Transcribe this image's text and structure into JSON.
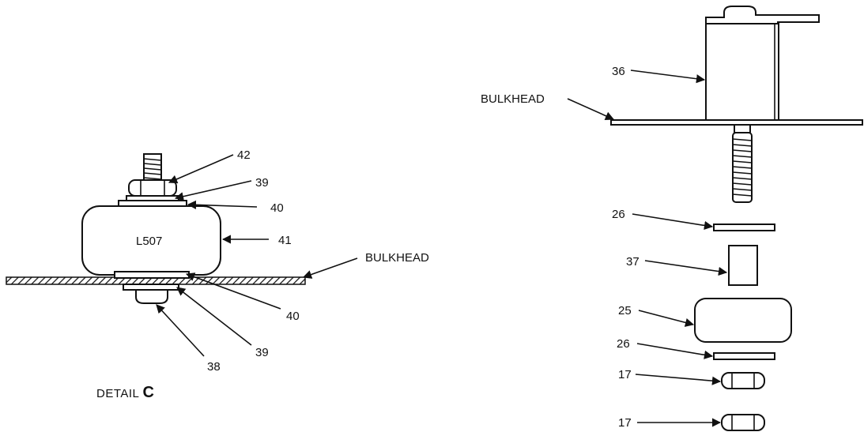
{
  "left_detail": {
    "callouts": {
      "c42": "42",
      "c39_top": "39",
      "c40_top": "40",
      "c41": "41",
      "c40_bottom": "40",
      "c39_bottom": "39",
      "c38": "38"
    },
    "component_label": "L507",
    "bulkhead_label": "BULKHEAD",
    "detail_label": "DETAIL",
    "detail_letter": "C"
  },
  "right_exploded": {
    "callouts": {
      "c36": "36",
      "c26_top": "26",
      "c37": "37",
      "c25": "25",
      "c26_bottom": "26",
      "c17_top": "17",
      "c17_bottom": "17"
    },
    "bulkhead_label": "BULKHEAD"
  }
}
